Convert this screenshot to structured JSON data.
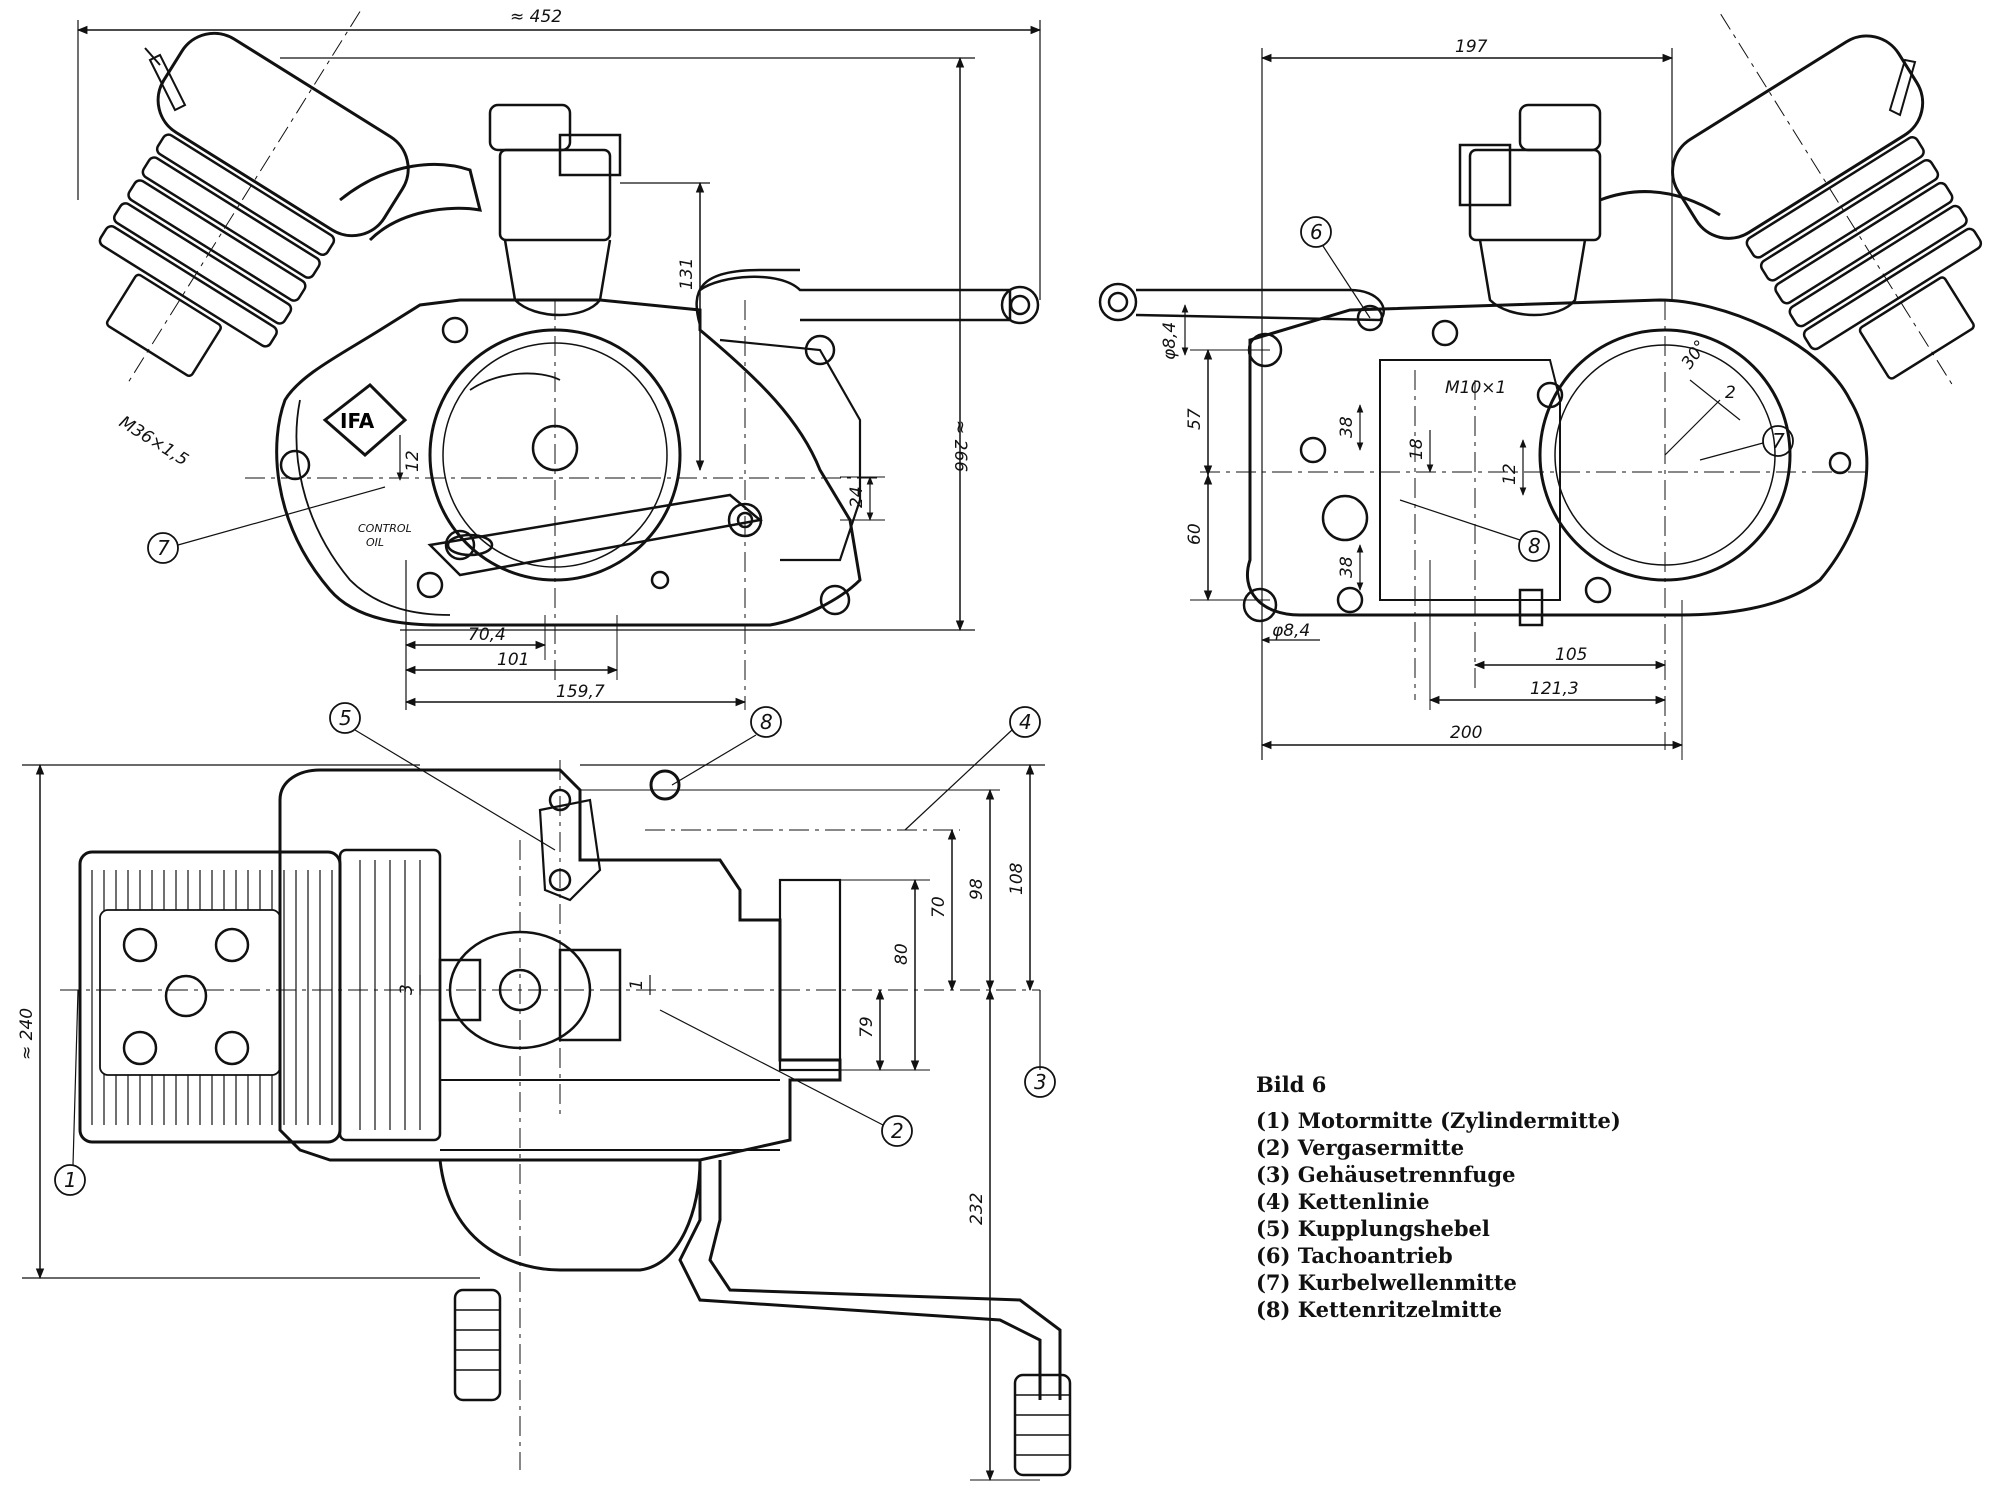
{
  "figure": {
    "title": "Bild 6",
    "legend": [
      {
        "num": "(1)",
        "text": "Motormitte (Zylindermitte)"
      },
      {
        "num": "(2)",
        "text": "Vergasermitte"
      },
      {
        "num": "(3)",
        "text": "Gehäusetrennfuge"
      },
      {
        "num": "(4)",
        "text": "Kettenlinie"
      },
      {
        "num": "(5)",
        "text": "Kupplungshebel"
      },
      {
        "num": "(6)",
        "text": "Tachoantrieb"
      },
      {
        "num": "(7)",
        "text": "Kurbelwellenmitte"
      },
      {
        "num": "(8)",
        "text": "Kettenritzelmitte"
      }
    ]
  },
  "left_view": {
    "dim_overall_length": "≈ 452",
    "dim_height": "≈ 266",
    "dim_131": "131",
    "dim_12": "12",
    "dim_24": "24",
    "dim_70_4": "70,4",
    "dim_101": "101",
    "dim_159_7": "159,7",
    "thread_label": "M36×1,5",
    "logo_text": "IFA",
    "control_text_1": "CONTROL",
    "control_text_2": "OIL",
    "callout_7": "7"
  },
  "right_view": {
    "dim_197": "197",
    "dim_200": "200",
    "dim_105": "105",
    "dim_121_3": "121,3",
    "dim_phi_8_4_top": "φ8,4",
    "dim_phi_8_4_bottom": "φ8,4",
    "dim_57": "57",
    "dim_60": "60",
    "dim_38_a": "38",
    "dim_38_b": "38",
    "dim_18": "18",
    "dim_12": "12",
    "dim_30deg": "30°",
    "dim_2": "2",
    "thread_m10": "M10×1",
    "callout_6": "6",
    "callout_7": "7",
    "callout_8": "8"
  },
  "top_view": {
    "dim_240": "≈ 240",
    "dim_108": "108",
    "dim_98": "98",
    "dim_70": "70",
    "dim_80": "80",
    "dim_79": "79",
    "dim_232": "232",
    "dim_3": "3",
    "dim_1": "1",
    "callout_1": "1",
    "callout_2": "2",
    "callout_3": "3",
    "callout_4": "4",
    "callout_5": "5",
    "callout_8": "8"
  }
}
